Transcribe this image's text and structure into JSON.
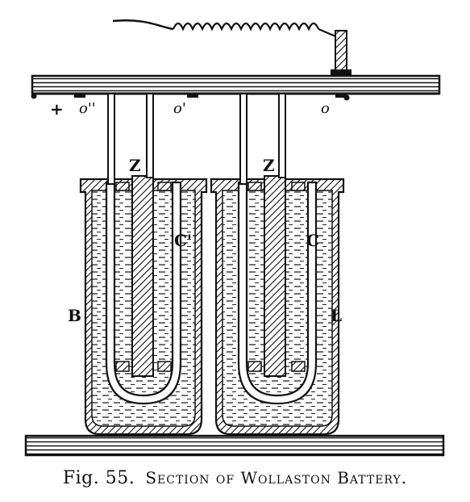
{
  "figure": {
    "labels": {
      "plus": "+",
      "o_double": "o''",
      "o_single": "o'",
      "o_plain": "o",
      "z_left": "Z",
      "z_right": "Z",
      "c_left": "C'",
      "c_right": "C",
      "b_left": "B",
      "l_right": "L"
    }
  },
  "caption": {
    "fig_number": "Fig. 55.",
    "title": "Section of Wollaston Battery."
  },
  "colors": {
    "ink": "#111111",
    "paper": "#ffffff"
  }
}
